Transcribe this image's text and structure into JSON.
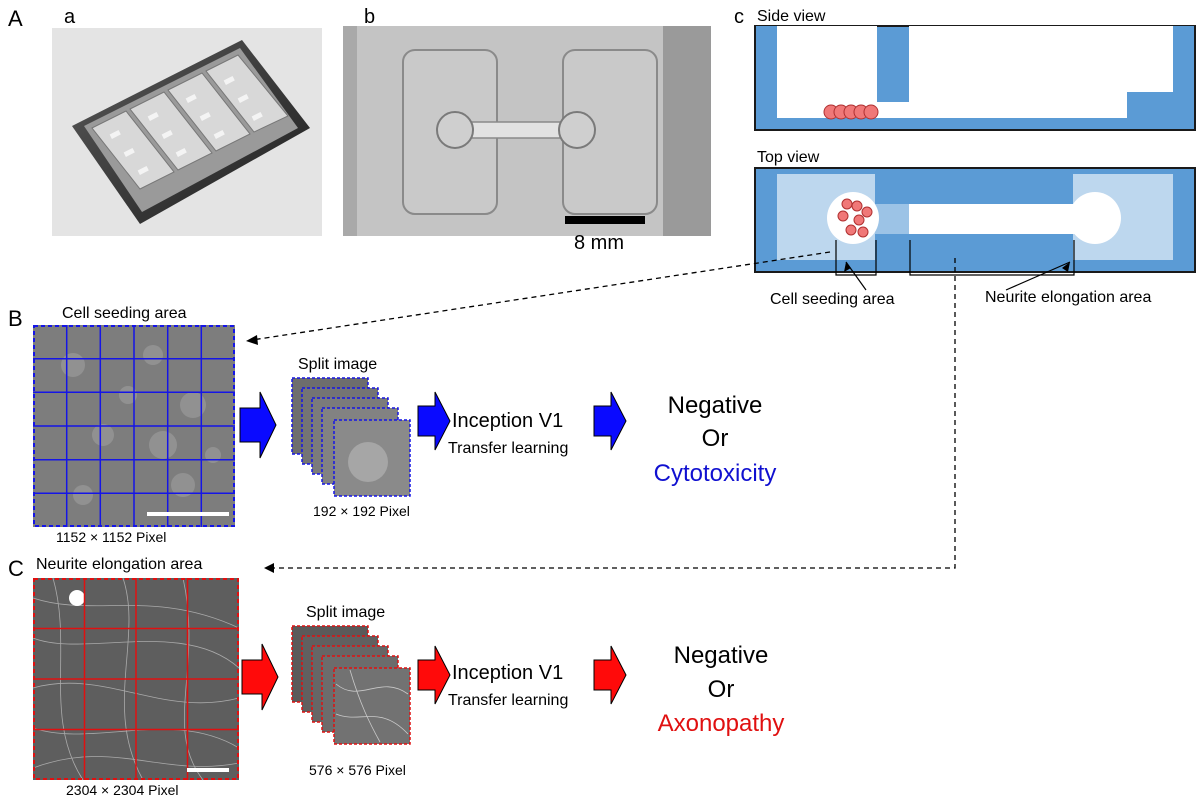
{
  "panels": {
    "A": "A",
    "a": "a",
    "b": "b",
    "c": "c",
    "B": "B",
    "C": "C"
  },
  "scale_bar_b": "8 mm",
  "schematic": {
    "side_view": "Side view",
    "top_view": "Top view",
    "cell_seeding_area": "Cell seeding area",
    "neurite_elongation_area": "Neurite elongation area"
  },
  "rowB": {
    "title": "Cell seeding area",
    "source_size": "1152 × 1152 Pixel",
    "split_label": "Split image",
    "split_size": "192 × 192 Pixel",
    "model": "Inception V1",
    "method": "Transfer learning",
    "out_negative": "Negative",
    "out_or": "Or",
    "out_positive": "Cytotoxicity",
    "grid_color": "#1515e6",
    "arrow_color": "#0a0aff",
    "positive_color": "#1010d0"
  },
  "rowC": {
    "title": "Neurite elongation area",
    "source_size": "2304 × 2304 Pixel",
    "split_label": "Split image",
    "split_size": "576 × 576 Pixel",
    "model": "Inception V1",
    "method": "Transfer learning",
    "out_negative": "Negative",
    "out_or": "Or",
    "out_positive": "Axonopathy",
    "grid_color": "#e01010",
    "arrow_color": "#ff0a0a",
    "positive_color": "#e01010"
  },
  "colors": {
    "device_blue": "#5b9bd5",
    "device_light": "#bdd7ee",
    "cell_pink": "#f07878"
  }
}
